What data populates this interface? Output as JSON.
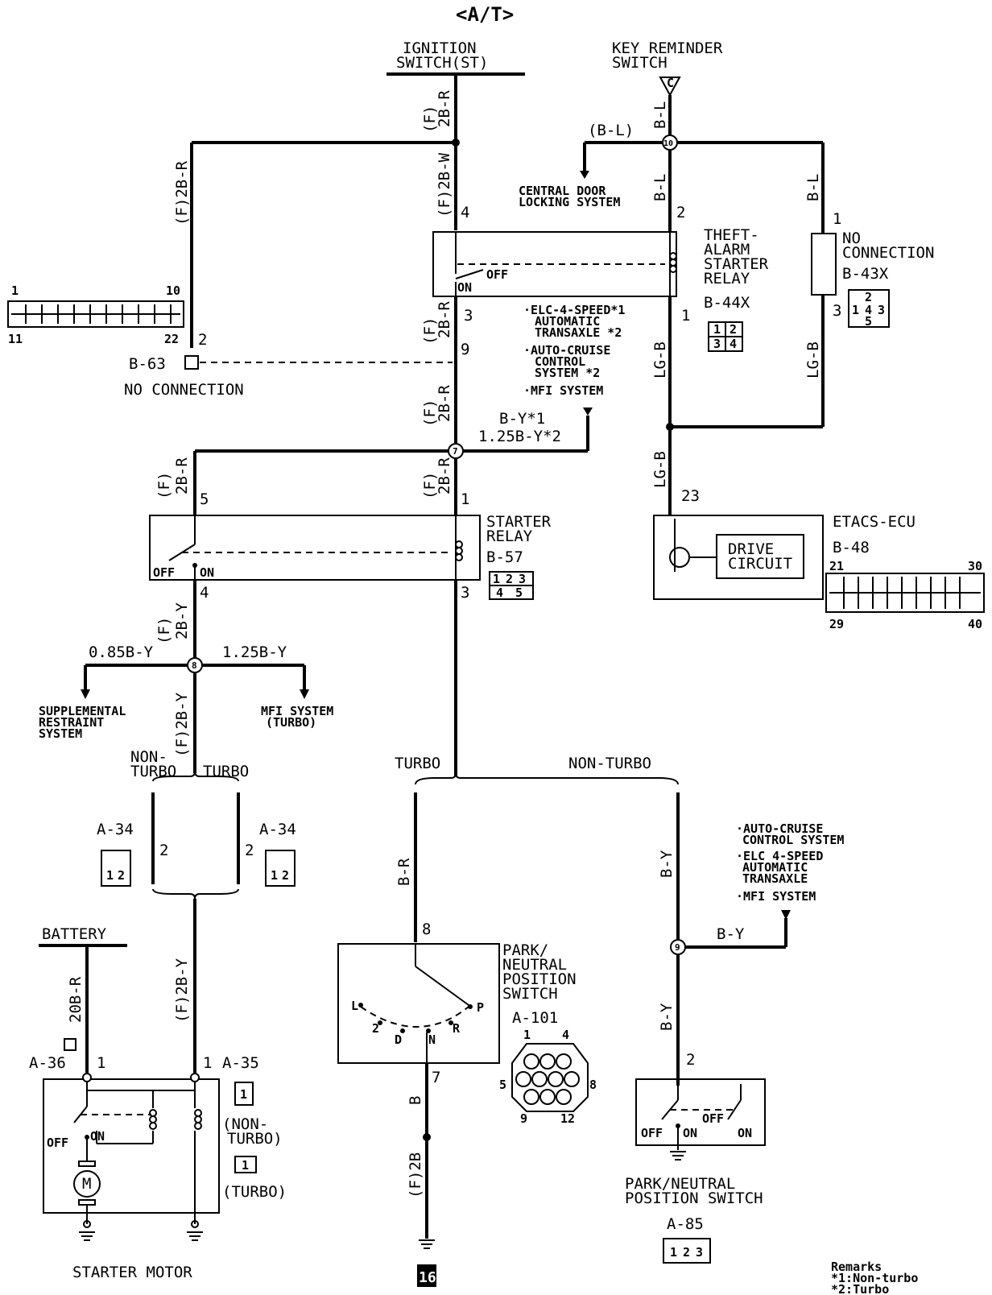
{
  "title": "<A/T>",
  "labels": {
    "ign_switch_1": "IGNITION",
    "ign_switch_2": "SWITCH(ST)",
    "key_rem_1": "KEY REMINDER",
    "key_rem_2": "SWITCH",
    "key_rem_conn": "C",
    "w_f2br_top": "(F)",
    "w_f2br_top2": "2B-R",
    "w_f2bw": "(F)2B-W",
    "w_f2br_left": "(F)2B-R",
    "w_bl_paren": "(B-L)",
    "w_bl_1": "B-L",
    "w_bl_2": "B-L",
    "w_bl_3": "B-L",
    "junction_10": "10",
    "central_door_1": "CENTRAL DOOR",
    "central_door_2": "LOCKING SYSTEM",
    "pin_4_theft": "4",
    "pin_2_theft": "2",
    "pin_3_theft": "3",
    "pin_1_theft": "1",
    "off": "OFF",
    "on": "ON",
    "theft_1": "THEFT-",
    "theft_2": "ALARM",
    "theft_3": "STARTER",
    "theft_4": "RELAY",
    "b44x": "B-44X",
    "b44x_pins": [
      "1",
      "2",
      "3",
      "4"
    ],
    "no_conn_pin1": "1",
    "no_conn_pin3": "3",
    "no_conn_1": "NO",
    "no_conn_2": "CONNECTION",
    "b43x": "B-43X",
    "b43x_pins": [
      "2",
      "1",
      "4",
      "3",
      "5"
    ],
    "conn_left_1": "1",
    "conn_left_10": "10",
    "conn_left_11": "11",
    "conn_left_22": "22",
    "b63": "B-63",
    "b63_pin": "2",
    "b63_noconn": "NO CONNECTION",
    "pin_9": "9",
    "w_f2br_mid": "(F)",
    "w_f2br_mid2": "2B-R",
    "w_f2br_mid3": "(F)",
    "w_f2br_mid4": "2B-R",
    "elc_1": "·ELC-4-SPEED*1",
    "elc_2": "AUTOMATIC",
    "elc_3": "TRANSAXLE *2",
    "ac_1": "·AUTO-CRUISE",
    "ac_2": "CONTROL",
    "ac_3": "SYSTEM    *2",
    "mfi_1": "·MFI SYSTEM",
    "w_lgb_1": "LG-B",
    "w_lgb_2": "LG-B",
    "w_lgb_3": "LG-B",
    "w_by1": "B-Y*1",
    "w_by2": "1.25B-Y*2",
    "junction_7": "7",
    "w_f2br_l2": "(F)",
    "w_f2br_l3": "2B-R",
    "w_f2br_r2": "(F)",
    "w_f2br_r3": "2B-R",
    "pin_5_sr": "5",
    "pin_1_sr": "1",
    "pin_4_sr": "4",
    "pin_3_sr": "3",
    "starter_relay_1": "STARTER",
    "starter_relay_2": "RELAY",
    "b57": "B-57",
    "b57_pins": [
      "1",
      "2",
      "3",
      "4",
      "5"
    ],
    "pin_23": "23",
    "etacs": "ETACS-ECU",
    "b48": "B-48",
    "drive_1": "DRIVE",
    "drive_2": "CIRCUIT",
    "b48_21": "21",
    "b48_30": "30",
    "b48_29": "29",
    "b48_40": "40",
    "w_f2by_1": "(F)",
    "w_f2by_2": "2B-Y",
    "w_085": "0.85B-Y",
    "w_125": "1.25B-Y",
    "junction_8": "8",
    "srs_1": "SUPPLEMENTAL",
    "srs_2": "RESTRAINT",
    "srs_3": "SYSTEM",
    "mfi_turbo_1": "MFI SYSTEM",
    "mfi_turbo_2": "(TURBO)",
    "w_f2by_3": "(F)2B-Y",
    "nonturbo_1": "NON-",
    "nonturbo_2": "TURBO",
    "turbo_l": "TURBO",
    "turbo_r": "TURBO",
    "nonturbo_r": "NON-TURBO",
    "a34_l": "A-34",
    "a34_r": "A-34",
    "a34_pin_l": "2",
    "a34_pin_r": "2",
    "a34_pins": [
      "1",
      "2"
    ],
    "battery": "BATTERY",
    "w_20br": "20B-R",
    "w_f2by_4": "(F)2B-Y",
    "a36": "A-36",
    "a36_pin": "1",
    "a35_pin": "1",
    "a35": "A-35",
    "a35_conn": "1",
    "a35_conn2": "1",
    "nonturbo_3": "(NON-",
    "nonturbo_4": "TURBO)",
    "turbo_3": "(TURBO)",
    "off2": "OFF",
    "on2": "ON",
    "motor": "M",
    "starter_motor": "STARTER MOTOR",
    "w_br": "B-R",
    "w_by_3": "B-Y",
    "w_by_4": "B-Y",
    "w_by_5": "B-Y",
    "pin_8_pn": "8",
    "pin_7_pn": "7",
    "pn_1": "PARK/",
    "pn_2": "NEUTRAL",
    "pn_3": "POSITION",
    "pn_4": "SWITCH",
    "pn_L": "L",
    "pn_2pos": "2",
    "pn_D": "D",
    "pn_N": "N",
    "pn_R": "R",
    "pn_P": "P",
    "a101": "A-101",
    "a101_1": "1",
    "a101_4": "4",
    "a101_5": "5",
    "a101_8": "8",
    "a101_9": "9",
    "a101_12": "12",
    "w_b": "B",
    "w_f2b": "(F)2B",
    "ground_16": "16",
    "junction_9": "9",
    "ac2_1": "·AUTO-CRUISE",
    "ac2_2": "CONTROL SYSTEM",
    "elc2_1": "·ELC 4-SPEED",
    "elc2_2": "AUTOMATIC",
    "elc2_3": "TRANSAXLE",
    "mfi2": "·MFI SYSTEM",
    "pin_2_pn2": "2",
    "off3": "OFF",
    "on3": "ON",
    "off4": "OFF",
    "on4": "ON",
    "pn2_1": "PARK/NEUTRAL",
    "pn2_2": "POSITION SWITCH",
    "a85": "A-85",
    "a85_pins": [
      "1",
      "2",
      "3"
    ],
    "remarks_1": "Remarks",
    "remarks_2": "*1:Non-turbo",
    "remarks_3": "*2:Turbo"
  }
}
